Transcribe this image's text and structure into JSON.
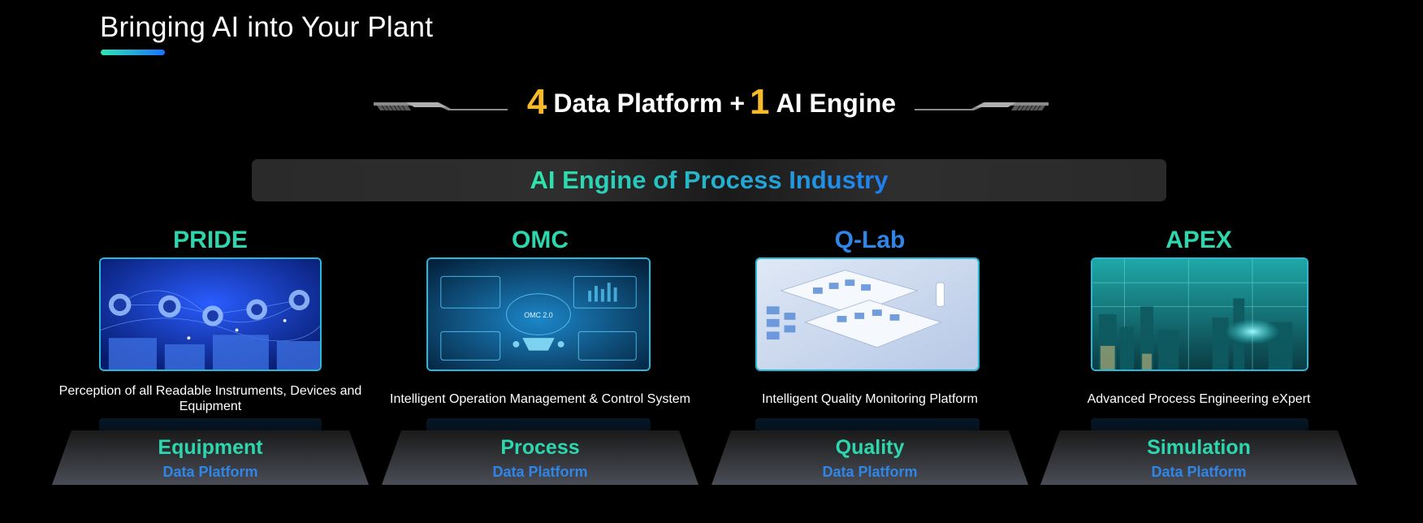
{
  "page": {
    "title": "Bringing AI into Your Plant"
  },
  "headline": {
    "num1": "4",
    "part1": "Data Platform +",
    "num2": "1",
    "part2": "AI Engine"
  },
  "engine": {
    "title": "AI Engine of Process Industry"
  },
  "colors": {
    "accent_yellow": "#f6b928",
    "teal": "#2ed6ad",
    "blue": "#2f86e8"
  },
  "platforms": [
    {
      "name": "PRIDE",
      "name_color": "#2ed6ad",
      "description": "Perception of all Readable Instruments, Devices and Equipment",
      "stage_title": "Equipment",
      "stage_sub": "Data Platform"
    },
    {
      "name": "OMC",
      "name_color": "#2ed6ad",
      "screen_label": "OMC 2.0",
      "description": "Intelligent Operation Management & Control System",
      "stage_title": "Process",
      "stage_sub": "Data Platform"
    },
    {
      "name": "Q-Lab",
      "name_color": "#2f86e8",
      "description": "Intelligent Quality Monitoring Platform",
      "stage_title": "Quality",
      "stage_sub": "Data Platform"
    },
    {
      "name": "APEX",
      "name_color": "#2ed6ad",
      "description": "Advanced Process Engineering eXpert",
      "stage_title": "Simulation",
      "stage_sub": "Data Platform"
    }
  ]
}
